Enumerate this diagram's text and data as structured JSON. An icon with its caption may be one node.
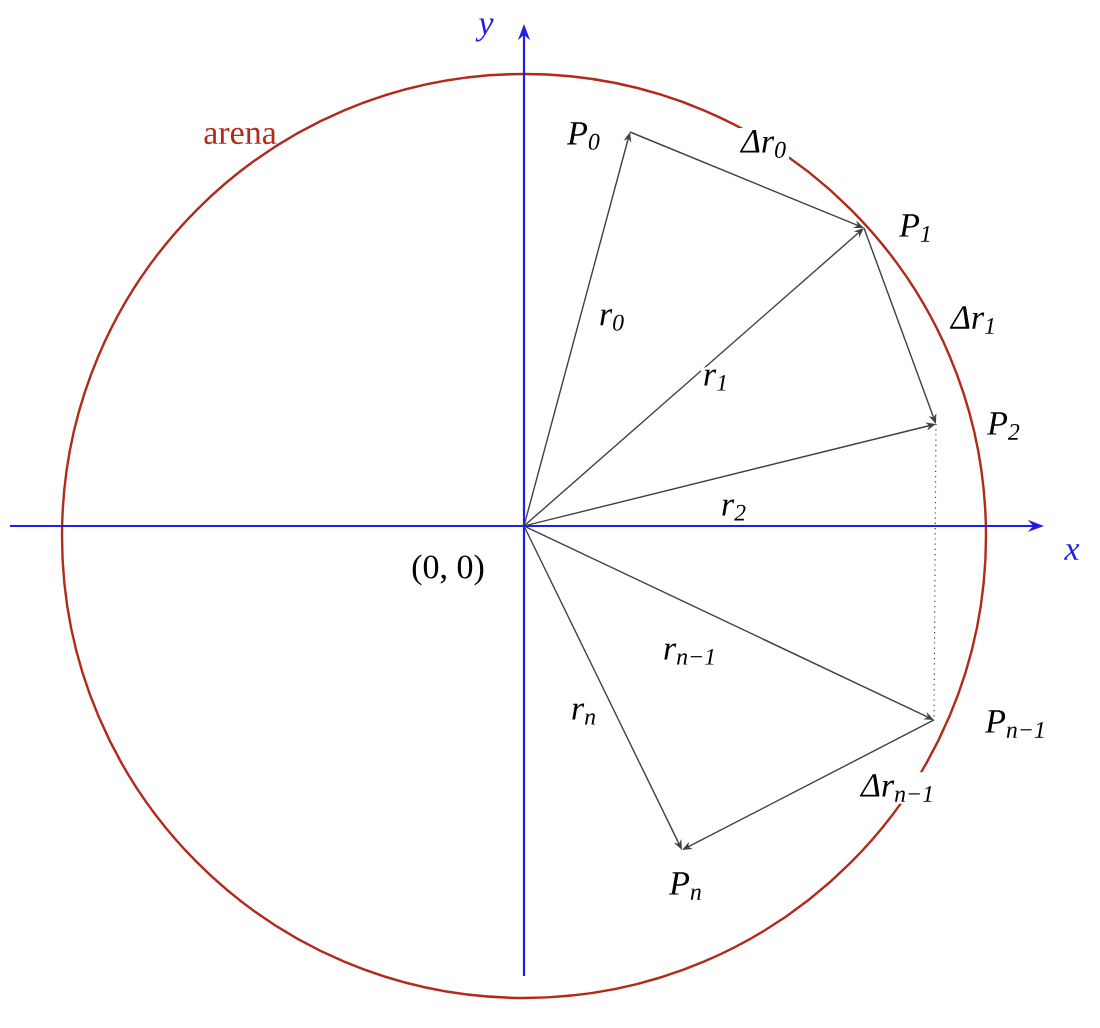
{
  "diagram": {
    "nodes": [
      {
        "text": [],
        "shape": "point",
        "beside": [
          "(0, 0)"
        ]
      },
      {
        "text": [
          "P$_{0}$"
        ]
      },
      {
        "text": [
          "P$_{1}$"
        ]
      },
      {
        "text": [
          "P$_{2}$"
        ]
      },
      {
        "text": [
          "P$_{n−1}$"
        ]
      },
      {
        "text": [
          "P$_{n}$"
        ]
      }
    ],
    "edges": [
      {
        "from": 0,
        "to": 1,
        "arrow": "to",
        "label": "r$_{0}$"
      },
      {
        "from": 0,
        "to": 2,
        "arrow": "to",
        "label": "r$_{1}$"
      },
      {
        "from": 0,
        "to": 3,
        "arrow": "to",
        "label": "r$_{2}$"
      },
      {
        "from": 0,
        "to": 4,
        "arrow": "to",
        "label": "r$_{n−1}$"
      },
      {
        "from": 0,
        "to": 5,
        "arrow": "to",
        "label": "r$_{n}$"
      },
      {
        "from": 1,
        "to": 2,
        "arrow": "to",
        "label": "Δr$_{0}$"
      },
      {
        "from": 2,
        "to": 3,
        "arrow": "to",
        "label": "Δr$_{1}$"
      },
      {
        "from": 4,
        "to": 5,
        "arrow": "to",
        "label": "Δr$_{n−1}$"
      },
      {
        "from": 3,
        "to": 4,
        "arrow": "none",
        "style": "dashed"
      }
    ],
    "labels": [
      "arena",
      "x",
      "y"
    ]
  }
}
